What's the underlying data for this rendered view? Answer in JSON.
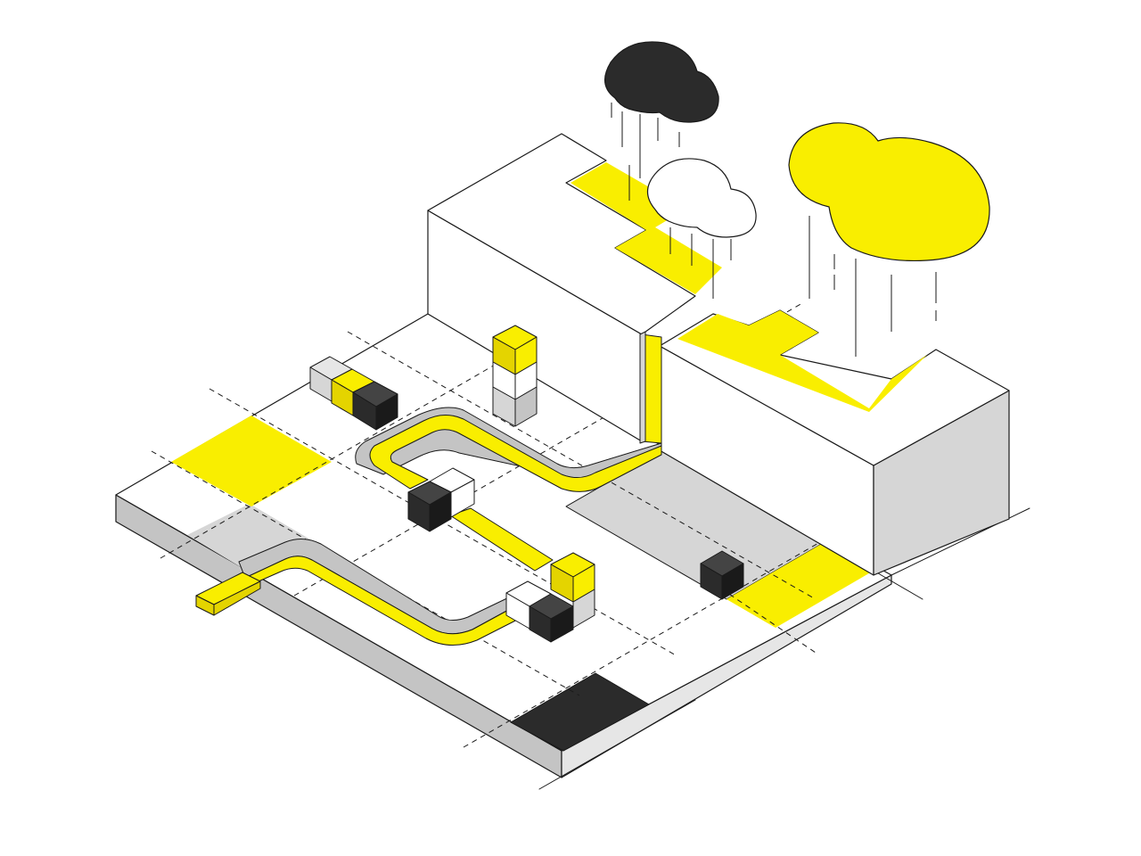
{
  "colors": {
    "accent": "#f9ee00",
    "accent_dark": "#e4d400",
    "dark": "#2b2b2b",
    "light_gray": "#d6d6d6",
    "mid_gray": "#c4c4c4",
    "white": "#ffffff",
    "line": "#1a1a1a"
  },
  "scene": {
    "type": "isometric-illustration",
    "elements": [
      "dark-rain-cloud",
      "white-rain-cloud",
      "yellow-rain-cloud",
      "tall-building",
      "low-building",
      "ground-platform",
      "yellow-pipe-path",
      "stacked-cubes"
    ]
  }
}
